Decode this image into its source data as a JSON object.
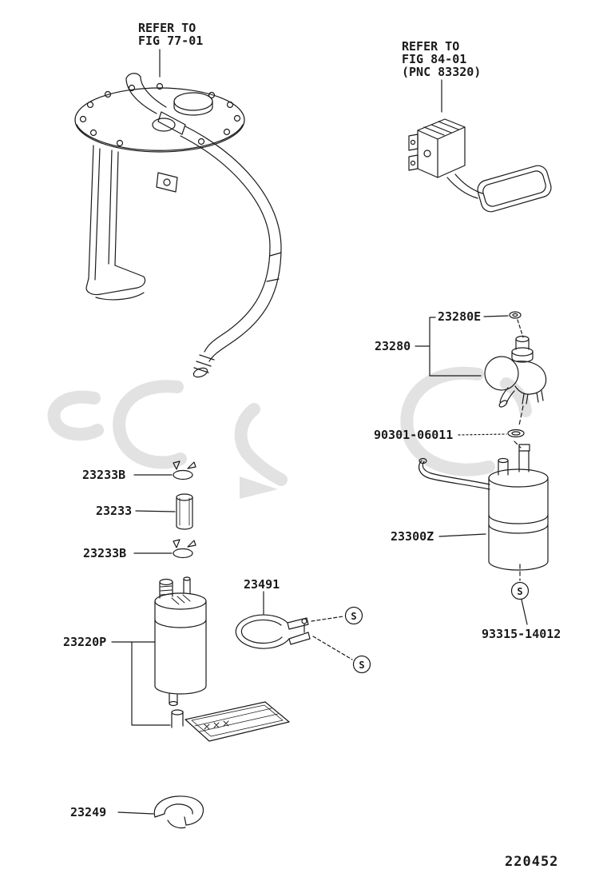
{
  "page": {
    "figure_code": "220452",
    "ink_color": "#1a1a1a",
    "watermark_color": "#cbcbcb"
  },
  "references": {
    "fig77": {
      "line1": "REFER TO",
      "line2": "FIG 77-01"
    },
    "fig84": {
      "line1": "REFER TO",
      "line2": "FIG 84-01",
      "line3": "(PNC 83320)"
    }
  },
  "callouts": {
    "grommet": "23280E",
    "regulator": "23280",
    "oring": "90301-06011",
    "clamp_top": "23233B",
    "hose": "23233",
    "clamp_bottom": "23233B",
    "filter": "23300Z",
    "band": "23491",
    "pump": "23220P",
    "screw": "93315-14012",
    "cushion": "23249"
  },
  "symbols": {
    "screw_marker": "S"
  }
}
